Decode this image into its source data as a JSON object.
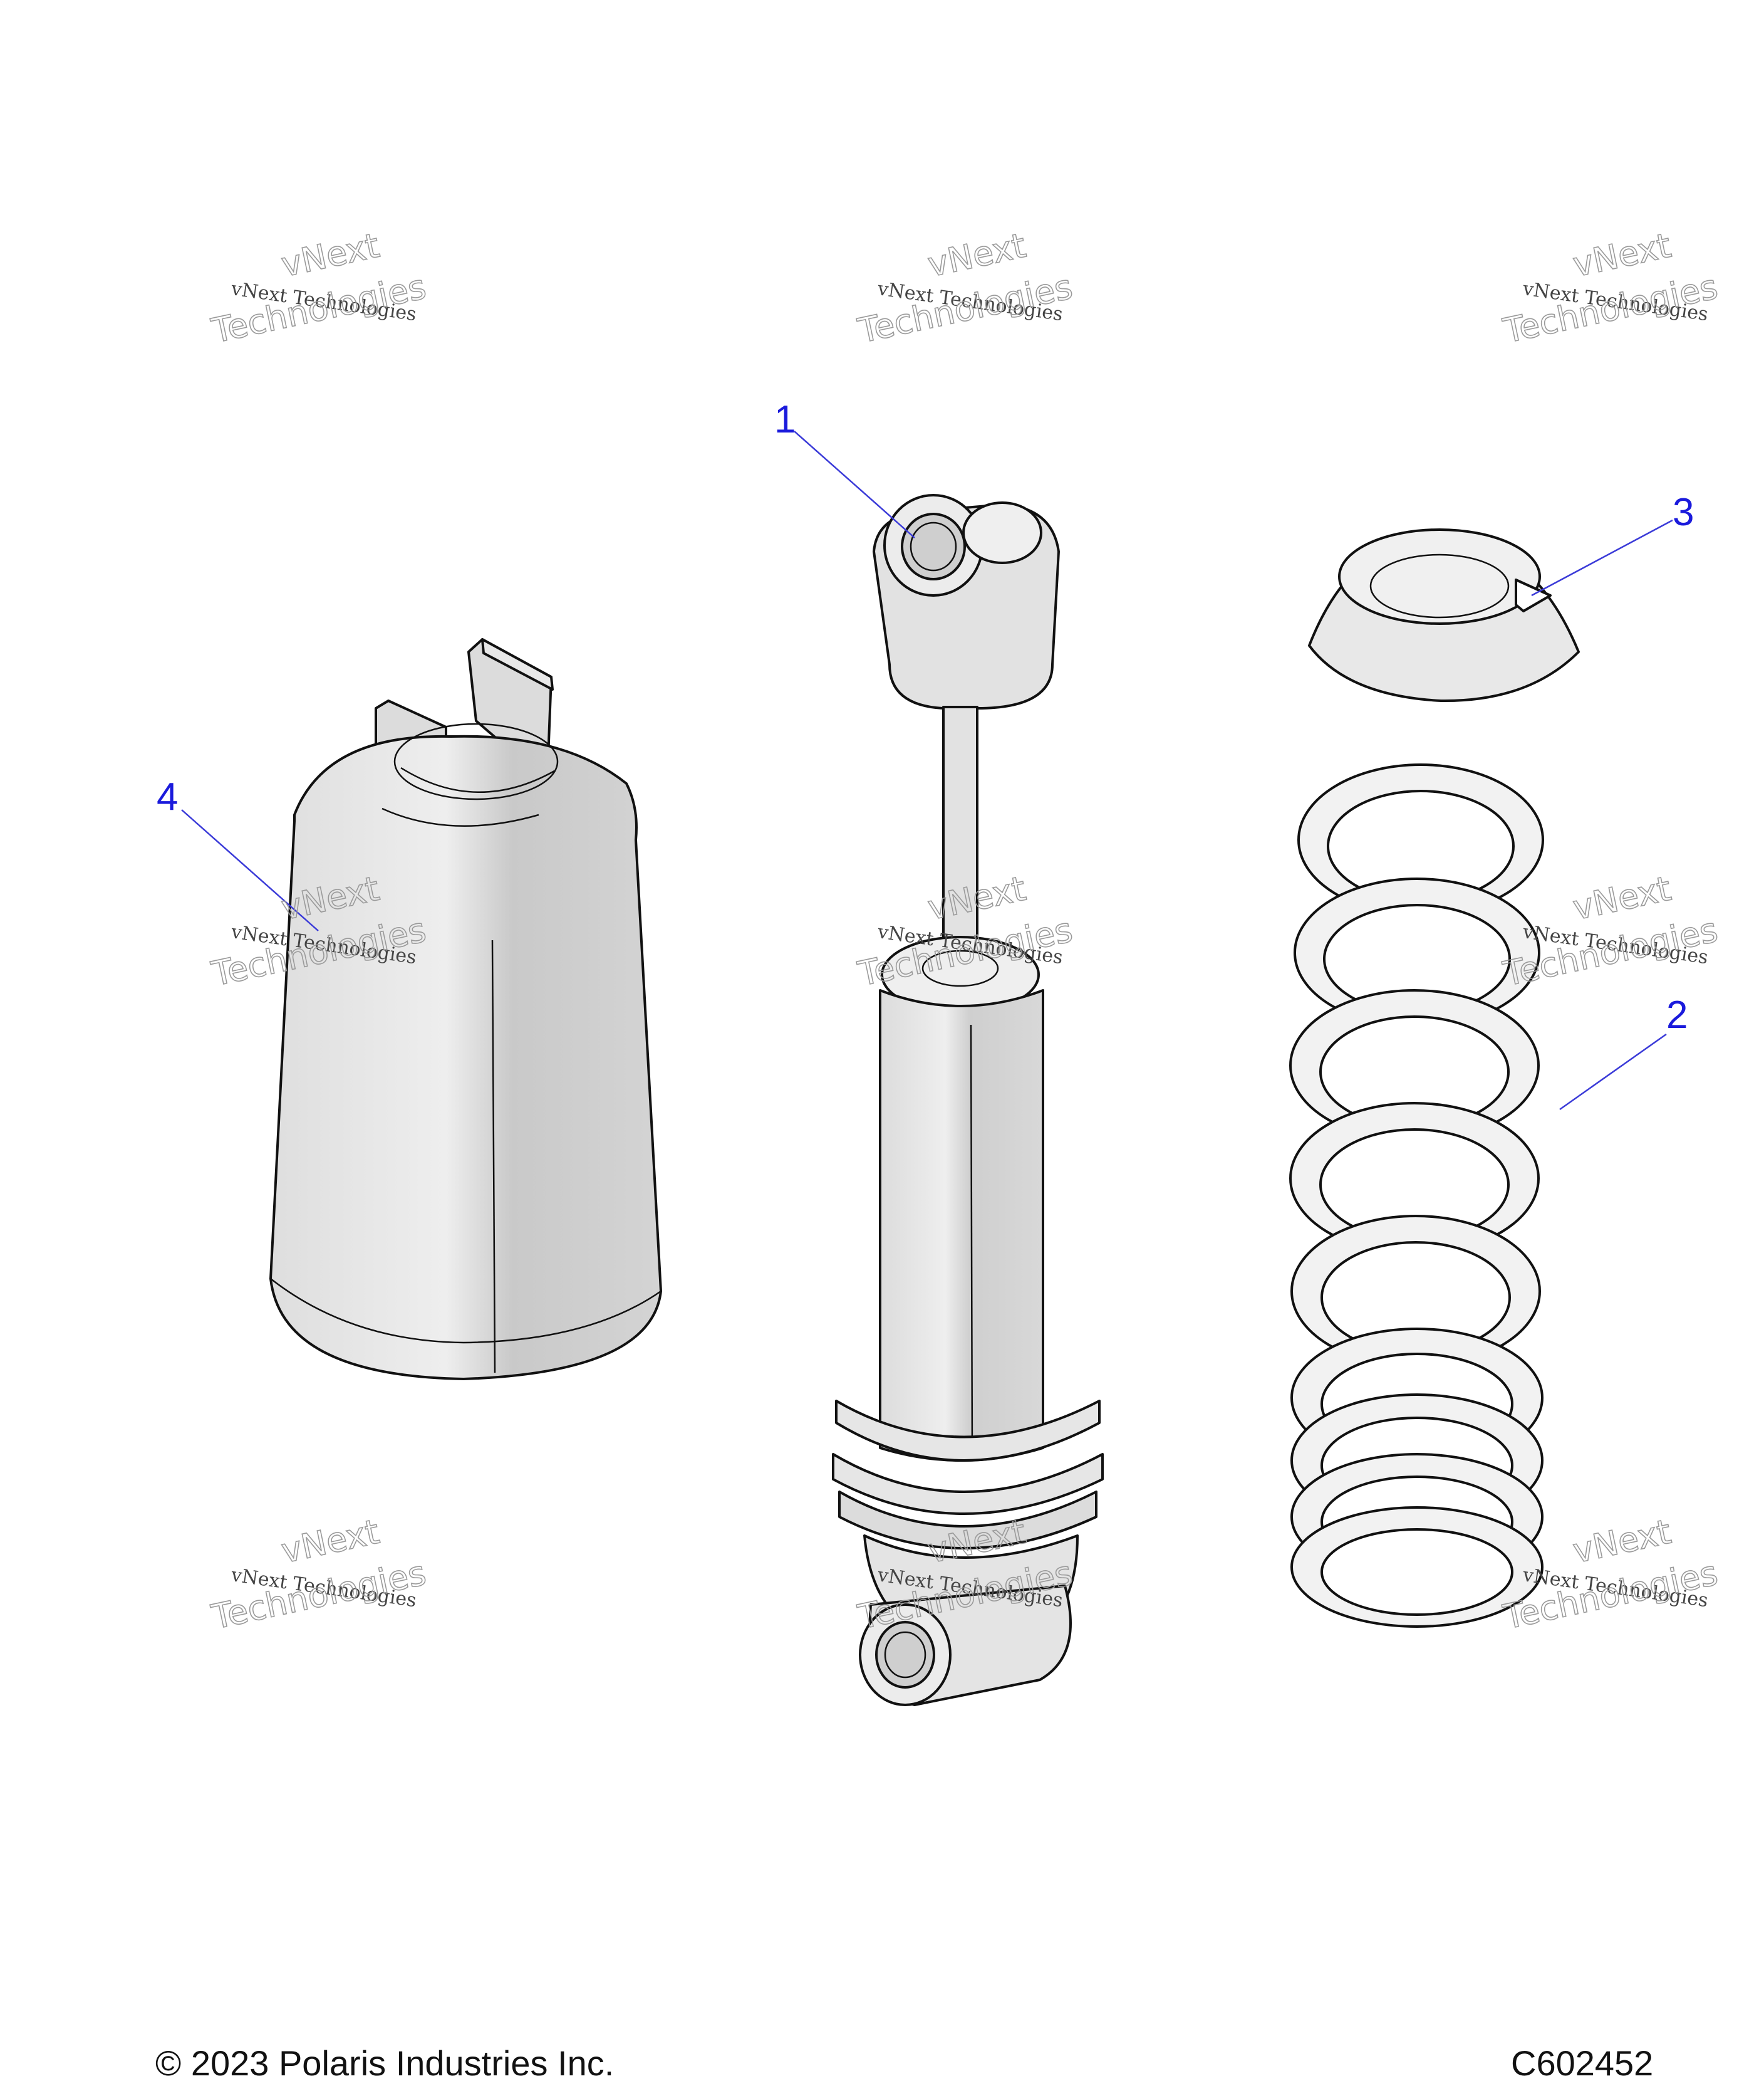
{
  "callouts": [
    {
      "id": "1",
      "label": "1"
    },
    {
      "id": "2",
      "label": "2"
    },
    {
      "id": "3",
      "label": "3"
    },
    {
      "id": "4",
      "label": "4"
    }
  ],
  "watermark": {
    "line1": "vNext Technologies",
    "line2a": "vNext",
    "line2b": "Technologies"
  },
  "footer": {
    "copyright": "© 2023 Polaris Industries Inc.",
    "figure_id": "C602452"
  },
  "colors": {
    "callout": "#1a1adc",
    "part_fill": "#e6e6e6",
    "part_shade": "#c8c8c8",
    "outline": "#111111"
  }
}
